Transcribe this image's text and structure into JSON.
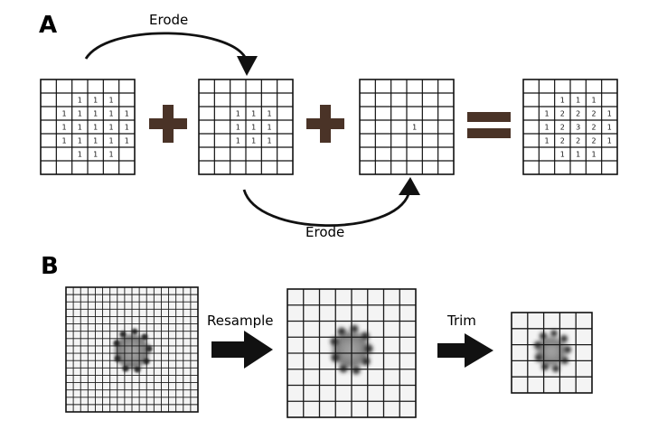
{
  "panels": {
    "a": {
      "label": "A"
    },
    "b": {
      "label": "B"
    }
  },
  "erode_label": "Erode",
  "resample_label": "Resample",
  "trim_label": "Trim",
  "operators": {
    "plus": "+",
    "equals": "="
  },
  "colors": {
    "operator": "#4a3327",
    "grid_line": "#111111",
    "text": "#111111",
    "blob_core": "#9a9a9a",
    "blob_edge": "#3c3c3c"
  },
  "matrices": [
    {
      "name": "matrix-input",
      "values": [
        [
          "",
          "",
          "",
          "",
          "",
          ""
        ],
        [
          "",
          "",
          "1",
          "1",
          "1",
          ""
        ],
        [
          "",
          "1",
          "1",
          "1",
          "1",
          "1"
        ],
        [
          "",
          "1",
          "1",
          "1",
          "1",
          "1"
        ],
        [
          "",
          "1",
          "1",
          "1",
          "1",
          "1"
        ],
        [
          "",
          "",
          "1",
          "1",
          "1",
          ""
        ],
        [
          "",
          "",
          "",
          "",
          "",
          ""
        ]
      ]
    },
    {
      "name": "matrix-eroded-once",
      "values": [
        [
          "",
          "",
          "",
          "",
          "",
          ""
        ],
        [
          "",
          "",
          "",
          "",
          "",
          ""
        ],
        [
          "",
          "",
          "1",
          "1",
          "1",
          ""
        ],
        [
          "",
          "",
          "1",
          "1",
          "1",
          ""
        ],
        [
          "",
          "",
          "1",
          "1",
          "1",
          ""
        ],
        [
          "",
          "",
          "",
          "",
          "",
          ""
        ],
        [
          "",
          "",
          "",
          "",
          "",
          ""
        ]
      ]
    },
    {
      "name": "matrix-eroded-twice",
      "values": [
        [
          "",
          "",
          "",
          "",
          "",
          ""
        ],
        [
          "",
          "",
          "",
          "",
          "",
          ""
        ],
        [
          "",
          "",
          "",
          "",
          "",
          ""
        ],
        [
          "",
          "",
          "",
          "1",
          "",
          ""
        ],
        [
          "",
          "",
          "",
          "",
          "",
          ""
        ],
        [
          "",
          "",
          "",
          "",
          "",
          ""
        ],
        [
          "",
          "",
          "",
          "",
          "",
          ""
        ]
      ]
    },
    {
      "name": "matrix-sum",
      "values": [
        [
          "",
          "",
          "",
          "",
          "",
          ""
        ],
        [
          "",
          "",
          "1",
          "1",
          "1",
          ""
        ],
        [
          "",
          "1",
          "2",
          "2",
          "2",
          "1"
        ],
        [
          "",
          "1",
          "2",
          "3",
          "2",
          "1"
        ],
        [
          "",
          "1",
          "2",
          "2",
          "2",
          "1"
        ],
        [
          "",
          "",
          "1",
          "1",
          "1",
          ""
        ],
        [
          "",
          "",
          "",
          "",
          "",
          ""
        ]
      ]
    }
  ],
  "image_grids": [
    {
      "name": "grid-original",
      "cols": 18,
      "rows": 17
    },
    {
      "name": "grid-resampled",
      "cols": 8,
      "rows": 8
    },
    {
      "name": "grid-trimmed",
      "cols": 5,
      "rows": 5
    }
  ]
}
